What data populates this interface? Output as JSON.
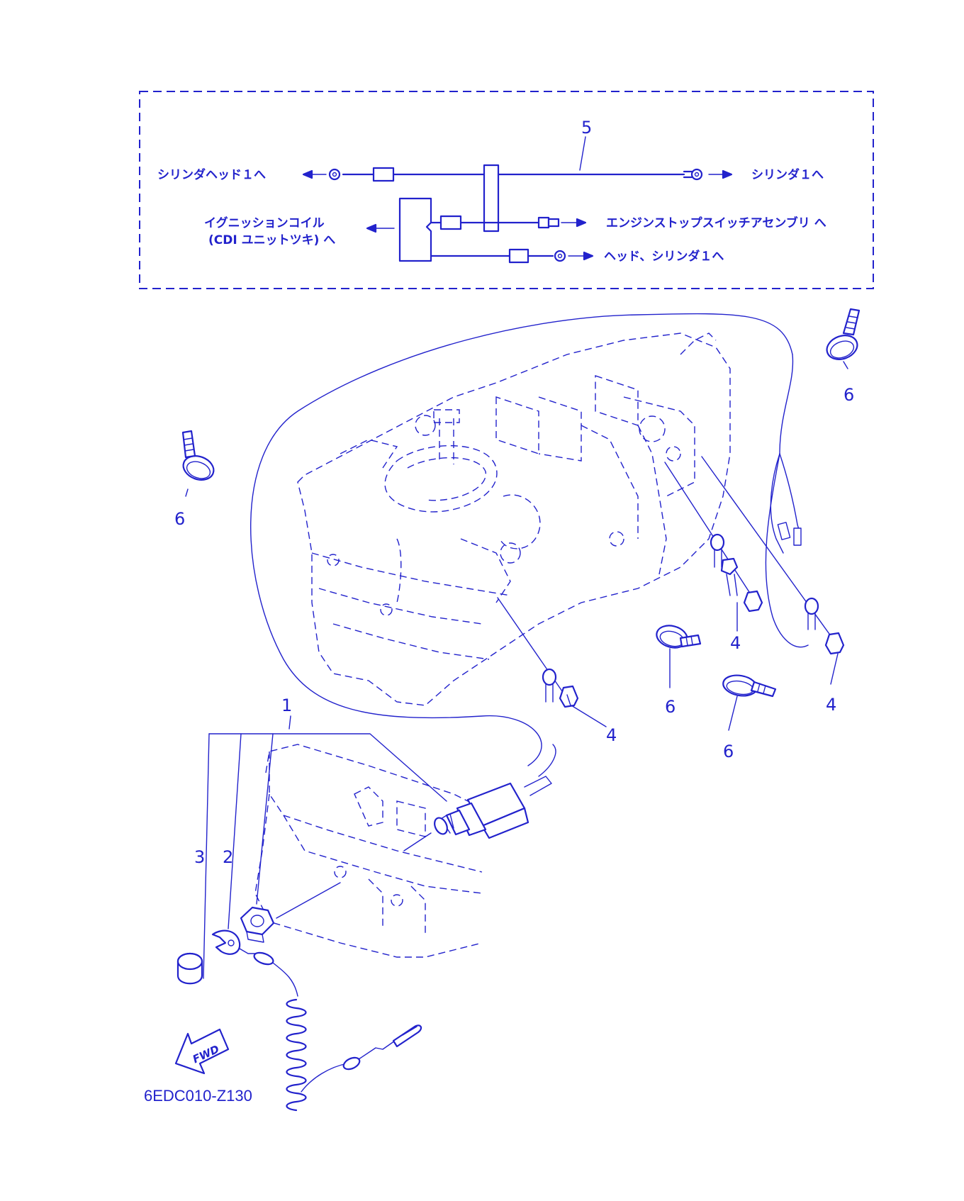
{
  "wiring_box": {
    "part_number": "5",
    "to_cylinder_head_1": "シリンダヘッド１へ",
    "to_cylinder_1": "シリンダ１へ",
    "to_ignition_coil_line1": "イグニッションコイル",
    "to_ignition_coil_line2": "(CDI ユニットツキ) へ",
    "to_engine_stop_switch": "エンジンストップスイッチアセンブリ へ",
    "to_head_cylinder_1": "ヘッド、シリンダ１へ"
  },
  "callouts": {
    "c1": "1",
    "c2": "2",
    "c3": "3",
    "c4a": "4",
    "c4b": "4",
    "c4c": "4",
    "c6a": "6",
    "c6b": "6",
    "c6c": "6",
    "c6d": "6"
  },
  "fwd_label": "FWD",
  "diagram_code": "6EDC010-Z130",
  "colors": {
    "ink": "#2222cc",
    "background": "#ffffff"
  }
}
